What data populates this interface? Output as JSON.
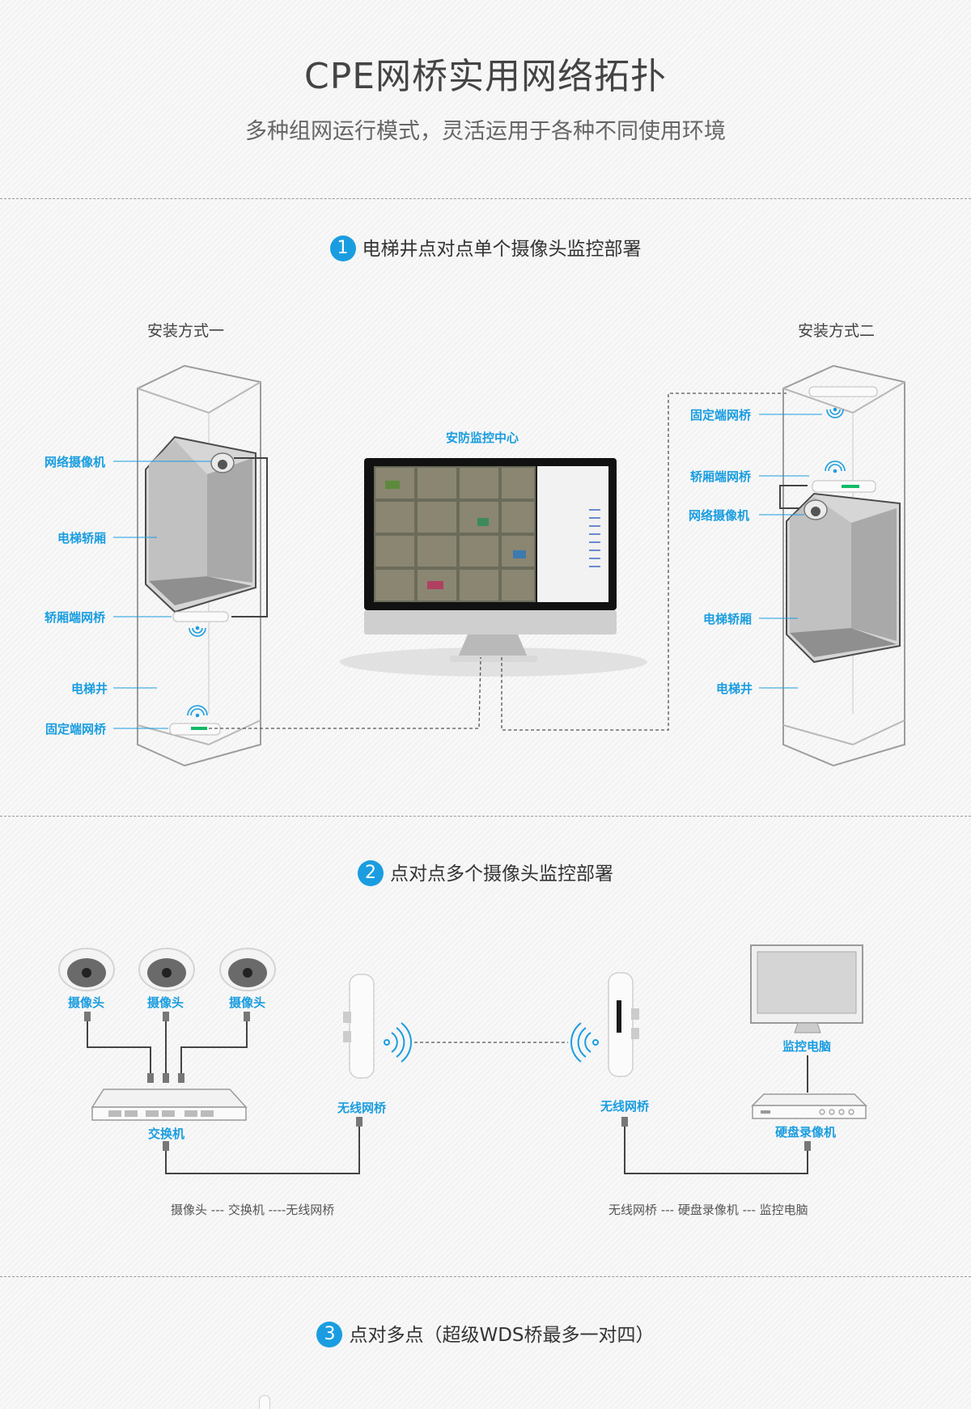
{
  "header": {
    "title": "CPE网桥实用网络拓扑",
    "subtitle": "多种组网运行模式，灵活运用于各种不同使用环境"
  },
  "section1": {
    "number": "1",
    "title": "电梯井点对点单个摄像头监控部署",
    "method1": "安装方式一",
    "method2": "安装方式二",
    "center_label": "安防监控中心",
    "left_labels": {
      "camera": "网络摄像机",
      "car": "电梯轿厢",
      "car_bridge": "轿厢端网桥",
      "shaft": "电梯井",
      "fixed_bridge": "固定端网桥"
    },
    "right_labels": {
      "fixed_bridge": "固定端网桥",
      "car_bridge": "轿厢端网桥",
      "camera": "网络摄像机",
      "car": "电梯轿厢",
      "shaft": "电梯井"
    }
  },
  "section2": {
    "number": "2",
    "title": "点对点多个摄像头监控部署",
    "cameras": [
      "摄像头",
      "摄像头",
      "摄像头"
    ],
    "switch": "交换机",
    "bridge_left": "无线网桥",
    "bridge_right": "无线网桥",
    "monitor_pc": "监控电脑",
    "nvr": "硬盘录像机",
    "caption_left": [
      "摄像头",
      "---",
      "交换机",
      "----",
      "无线网桥"
    ],
    "caption_right": [
      "无线网桥",
      "---",
      "硬盘录像机",
      "---",
      "监控电脑"
    ]
  },
  "section3": {
    "number": "3",
    "title": "点对多点（超级WDS桥最多一对四）"
  },
  "colors": {
    "accent": "#1a9de0",
    "line": "#444444",
    "divider": "#9a9a9a"
  }
}
